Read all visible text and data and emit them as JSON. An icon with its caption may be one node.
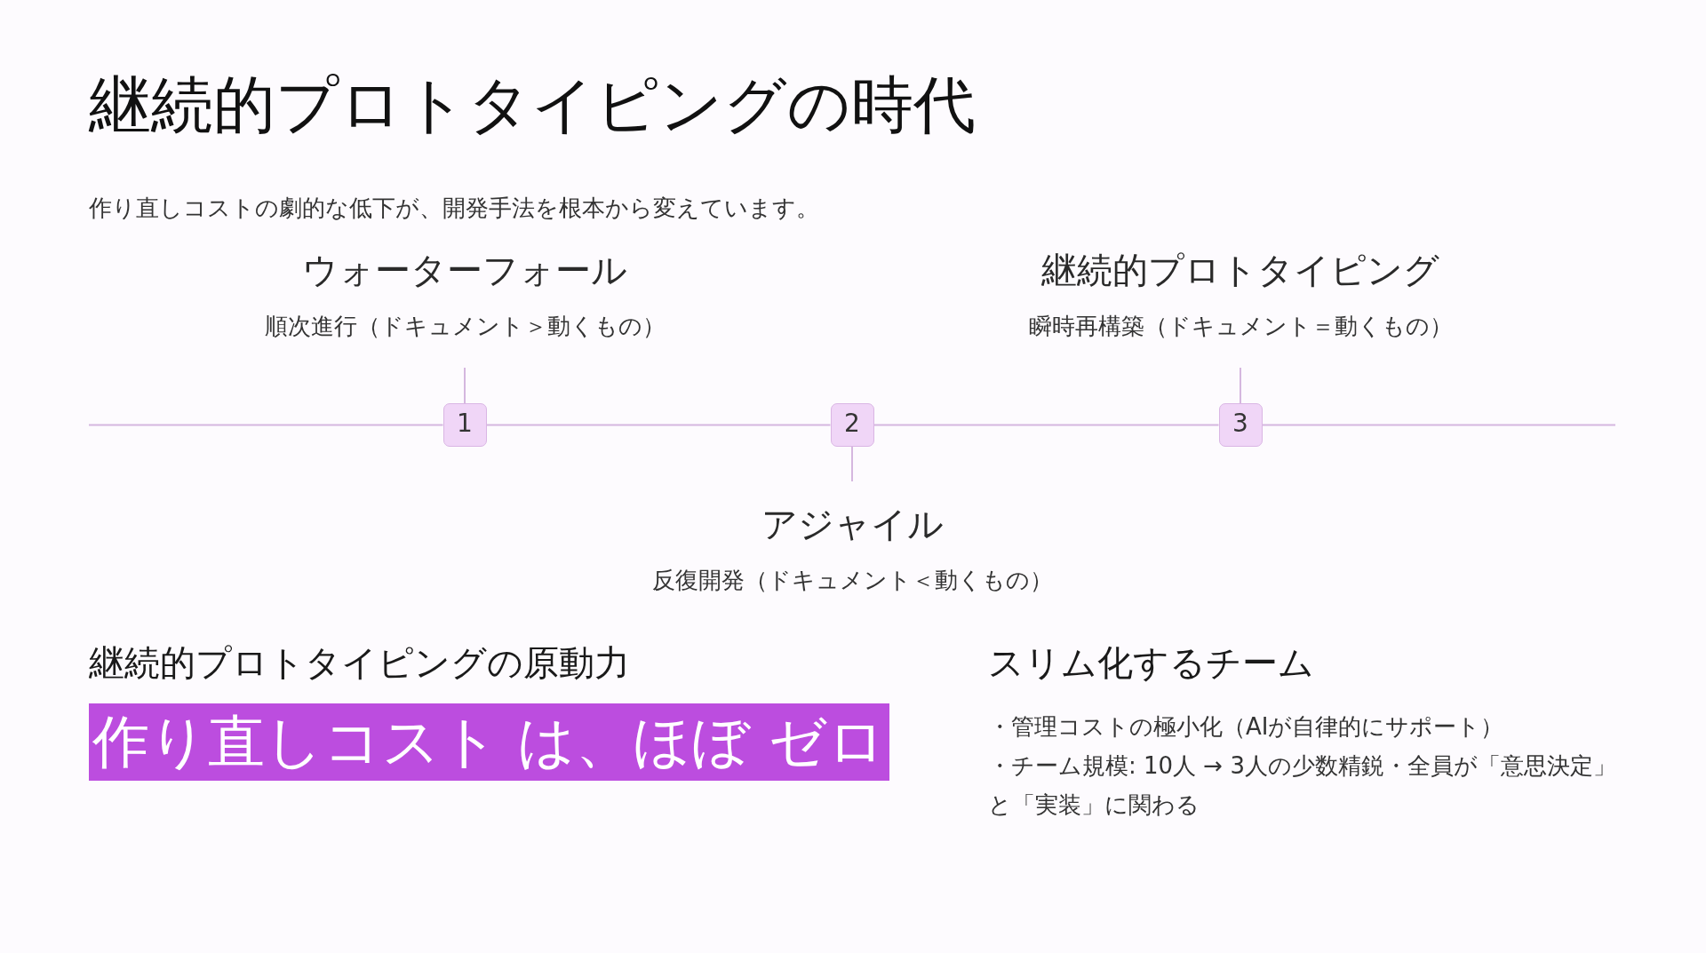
{
  "diagram": {
    "title": "継続的プロトタイピングの時代",
    "nodes": [
      {
        "text": [
          "ウォーターフォール",
          "順次進行（ドキュメント＞動くもの）"
        ]
      },
      {
        "text": [
          "継続的プロトタイピング",
          "瞬時再構築（ドキュメント＝動くもの）"
        ]
      },
      {
        "text": [
          "1"
        ]
      },
      {
        "text": [
          "2"
        ]
      },
      {
        "text": [
          "3"
        ]
      },
      {
        "text": [
          "アジャイル",
          "反復開発（ドキュメント＜動くもの）"
        ]
      },
      {
        "text": [
          "作り直しコスト は、ほぼ ゼロ"
        ]
      }
    ],
    "edges": [
      {
        "from": null,
        "to": 2,
        "arrow": "none"
      },
      {
        "from": 2,
        "to": 3,
        "arrow": "none"
      },
      {
        "from": 3,
        "to": 4,
        "arrow": "none"
      },
      {
        "from": 4,
        "to": null,
        "arrow": "none"
      },
      {
        "from": 0,
        "to": 2,
        "arrow": "none"
      },
      {
        "from": 1,
        "to": 4,
        "arrow": "none"
      },
      {
        "from": 3,
        "to": 5,
        "arrow": "none"
      }
    ],
    "labels": [
      "作り直しコストの劇的な低下が、開発手法を根本から変えています。",
      "継続的プロトタイピングの原動力",
      "スリム化するチーム",
      "・管理コストの極小化（AIが自律的にサポート）",
      "・チーム規模: 10人 → 3人の少数精鋭・全員が「意思決定」と「実装」に関わる"
    ]
  }
}
